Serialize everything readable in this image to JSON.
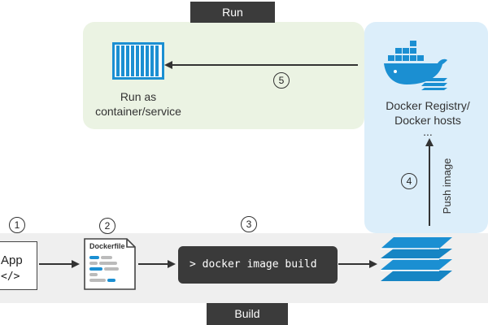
{
  "tabs": {
    "run": "Run",
    "build": "Build"
  },
  "run_area": {
    "label_line1": "Run as",
    "label_line2": "container/service"
  },
  "registry": {
    "label_line1": "Docker Registry/",
    "label_line2": "Docker hosts",
    "ellipsis": "..."
  },
  "steps": {
    "s1": "1",
    "s2": "2",
    "s3": "3",
    "s4": "4",
    "s5": "5"
  },
  "app": {
    "line1": "App",
    "line2": "</>"
  },
  "dockerfile": {
    "title": "Dockerfile"
  },
  "command": {
    "text": "> docker image build"
  },
  "push": {
    "label": "Push image"
  },
  "colors": {
    "accent_blue": "#1b8fd2",
    "run_bg": "#ebf3e3",
    "registry_bg": "#dceefa",
    "build_bg": "#efefef",
    "dark": "#3b3b3b"
  }
}
